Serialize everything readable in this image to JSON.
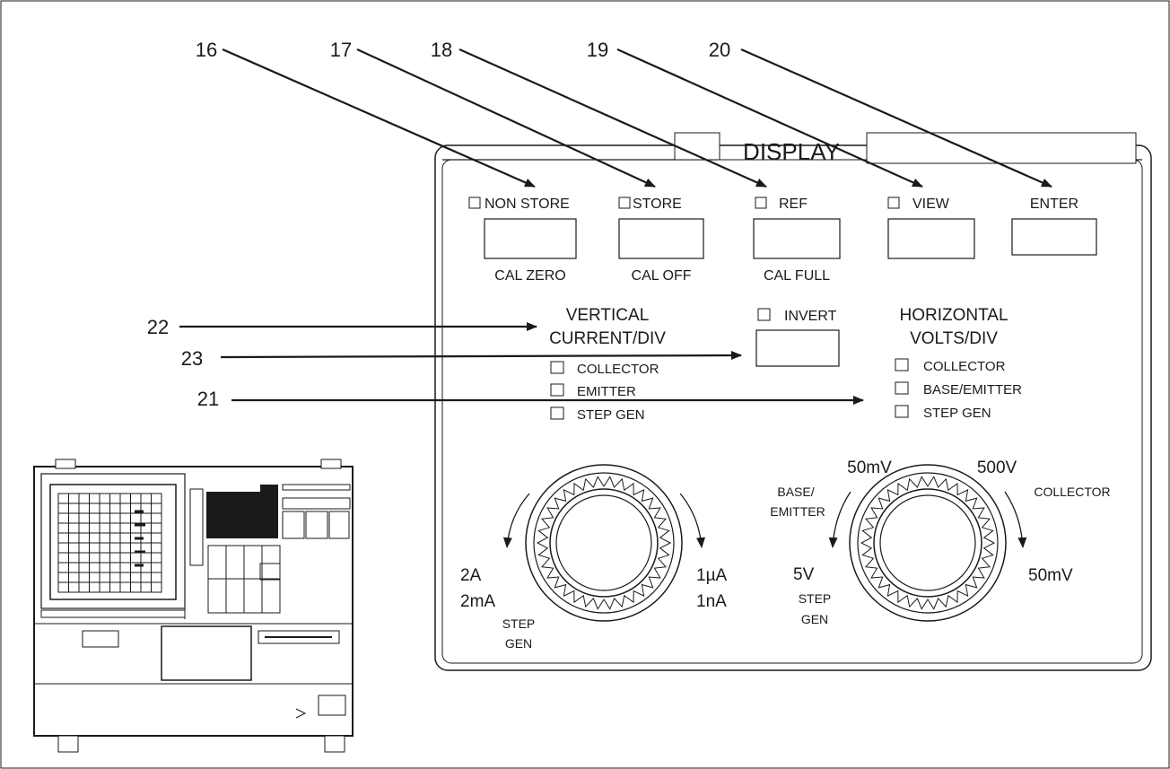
{
  "callouts": {
    "c16": "16",
    "c17": "17",
    "c18": "18",
    "c19": "19",
    "c20": "20",
    "c21": "21",
    "c22": "22",
    "c23": "23"
  },
  "panel": {
    "title": "DISPLAY",
    "buttons": [
      {
        "top": "NON STORE",
        "bottom": "CAL ZERO"
      },
      {
        "top": "STORE",
        "bottom": "CAL OFF"
      },
      {
        "top": "REF",
        "bottom": "CAL FULL"
      },
      {
        "top": "VIEW",
        "bottom": ""
      },
      {
        "top": "ENTER",
        "bottom": ""
      }
    ],
    "invert_label": "INVERT",
    "vertical": {
      "title": "VERTICAL",
      "subtitle": "CURRENT/DIV",
      "options": [
        "COLLECTOR",
        "EMITTER",
        "STEP GEN"
      ]
    },
    "horizontal": {
      "title": "HORIZONTAL",
      "subtitle": "VOLTS/DIV",
      "options": [
        "COLLECTOR",
        "BASE/EMITTER",
        "STEP GEN"
      ]
    },
    "vertical_knob": {
      "left_top": "2A",
      "left_bottom": "2mA",
      "right_top": "1µA",
      "right_bottom": "1nA",
      "step_line1": "STEP",
      "step_line2": "GEN"
    },
    "horizontal_knob": {
      "top_left": "50mV",
      "top_right": "500V",
      "side_left_1": "BASE/",
      "side_left_2": "EMITTER",
      "side_right": "COLLECTOR",
      "bottom_left": "5V",
      "bottom_right": "50mV",
      "step_line1": "STEP",
      "step_line2": "GEN"
    }
  }
}
